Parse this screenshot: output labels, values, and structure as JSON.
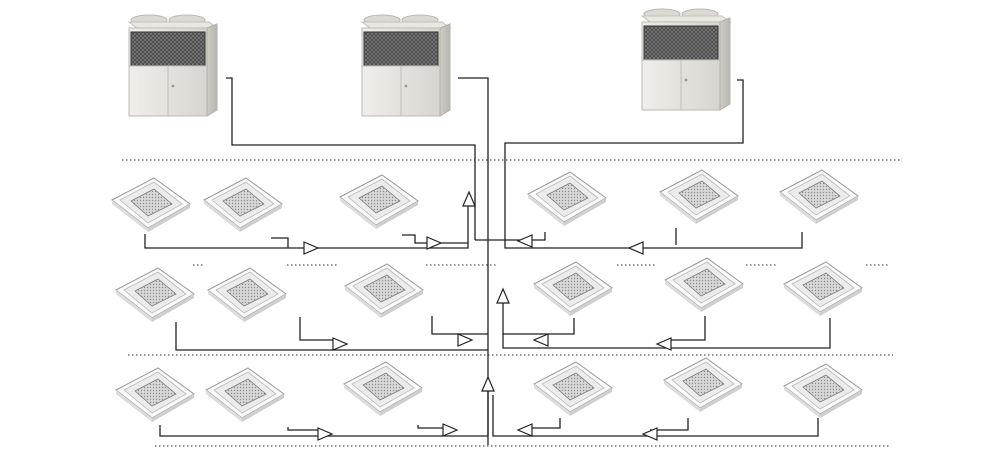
{
  "diagram": {
    "outdoor_units": [
      {
        "id": "outdoor-unit-left",
        "icon": "vrf-outdoor-unit"
      },
      {
        "id": "outdoor-unit-center",
        "icon": "vrf-outdoor-unit"
      },
      {
        "id": "outdoor-unit-right",
        "icon": "vrf-outdoor-unit"
      }
    ],
    "floors": [
      {
        "id": "floor-1",
        "indoor_unit_count": 6,
        "icon": "ceiling-cassette-unit"
      },
      {
        "id": "floor-2",
        "indoor_unit_count": 6,
        "icon": "ceiling-cassette-unit"
      },
      {
        "id": "floor-3",
        "indoor_unit_count": 6,
        "icon": "ceiling-cassette-unit"
      }
    ],
    "colors": {
      "pipe": "#222222",
      "unit_body": "#e6e3de",
      "unit_grille": "#3a3a3a",
      "cassette_face": "#f2f2f2",
      "floor_divider": "#555555"
    }
  }
}
